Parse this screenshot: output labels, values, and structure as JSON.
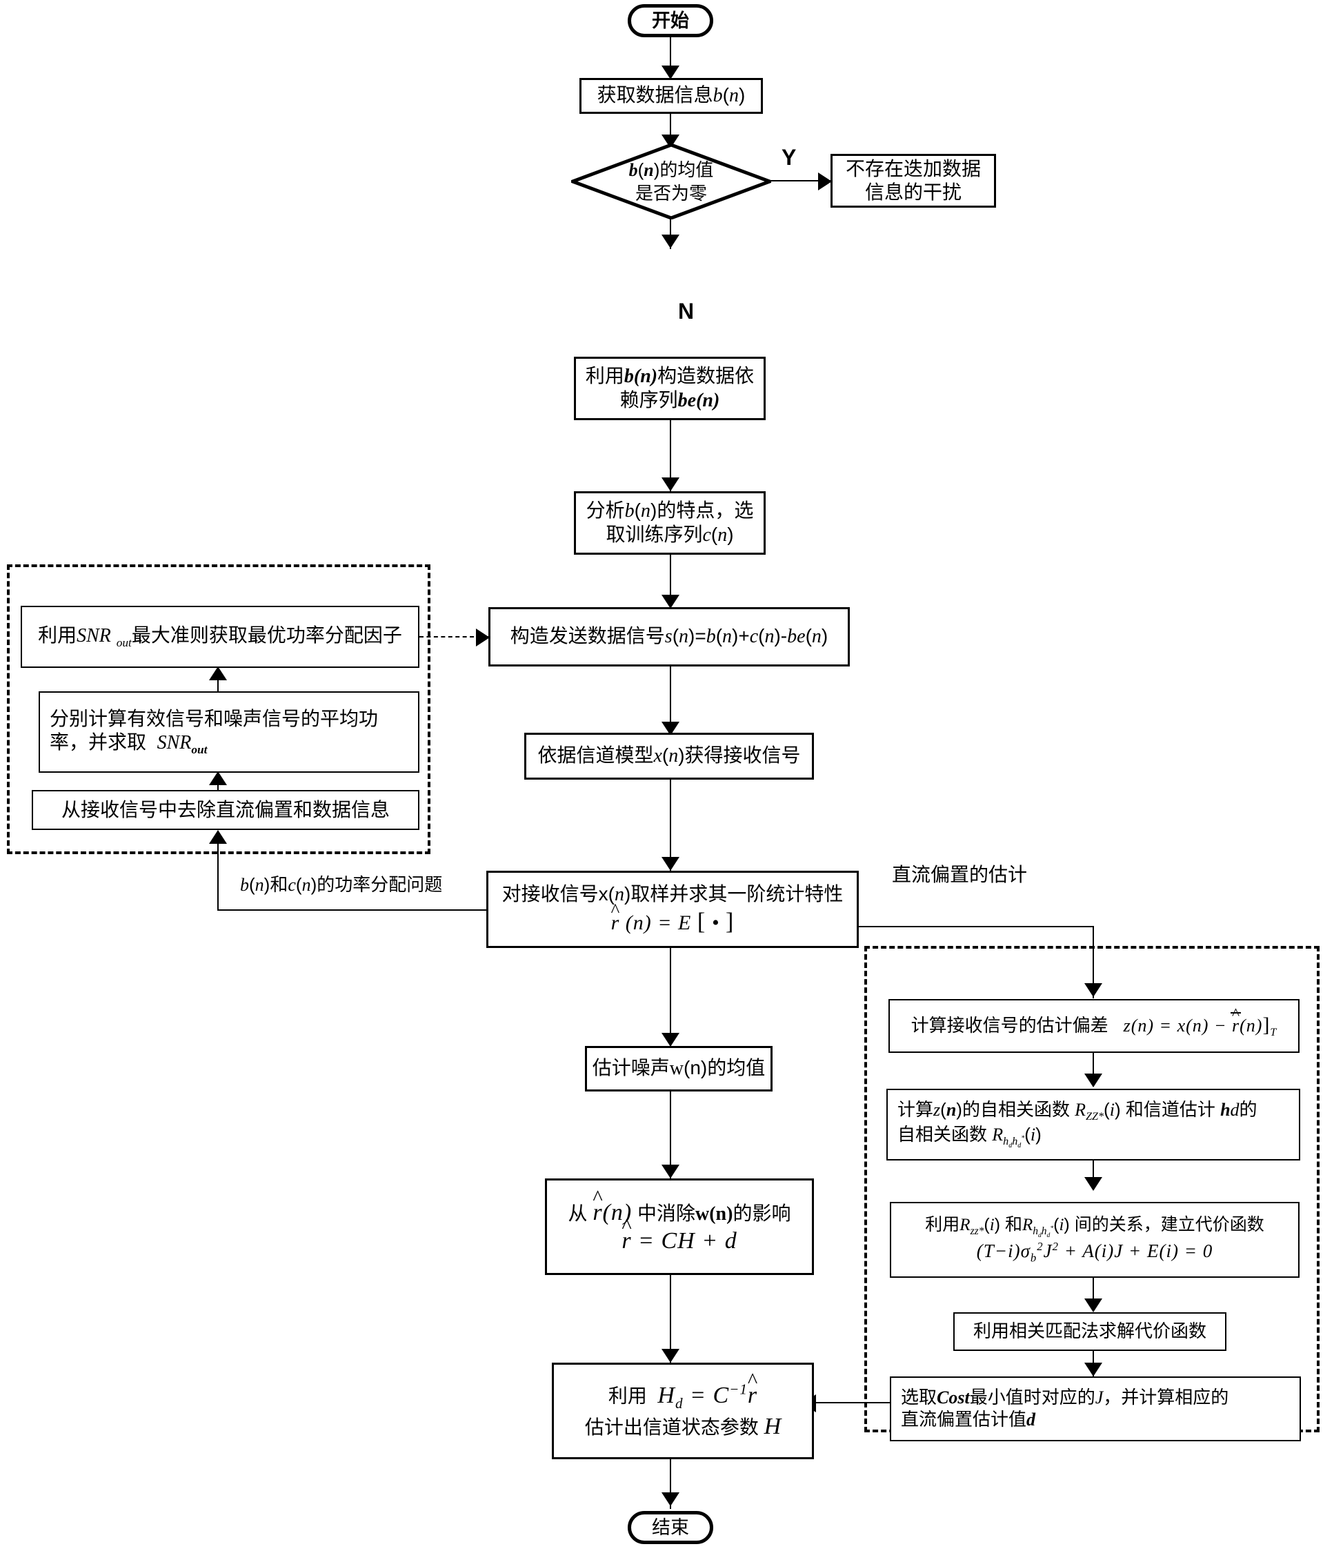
{
  "diagram": {
    "title": "信道估计与直流偏置估计流程图",
    "type": "flowchart",
    "language": "zh-CN",
    "colors": {
      "stroke": "#000000",
      "fill": "#ffffff",
      "background": "#ffffff"
    }
  },
  "nodes": {
    "start": {
      "label": "开始",
      "shape": "terminator"
    },
    "get_data": {
      "label": "获取数据信息b(n)",
      "shape": "process"
    },
    "decision": {
      "line1": "b(n)的均值",
      "line2": "是否为零",
      "shape": "decision"
    },
    "no_interference": {
      "line1": "不存在迭加数据",
      "line2": "信息的干扰",
      "shape": "process"
    },
    "build_be": {
      "line1": "利用b(n)构造数据依",
      "line2": "赖序列be(n)",
      "shape": "process"
    },
    "select_c": {
      "line1": "分析b(n)的特点，选",
      "line2": "取训练序列c(n)",
      "shape": "process"
    },
    "build_s": {
      "label": "构造发送数据信号s(n)=b(n)+c(n)-be(n)",
      "shape": "process"
    },
    "channel_x": {
      "label": "依据信道模型x(n)获得接收信号",
      "shape": "process"
    },
    "sample_r": {
      "line1": "对接收信号x(n)取样并求其一阶统计特性",
      "line2": "r̂ (n) = E [ · ]",
      "shape": "process"
    },
    "estimate_w": {
      "label": "估计噪声w(n)的均值",
      "shape": "process"
    },
    "remove_w": {
      "line1": "从 r̂(n) 中消除w(n)的影响",
      "line2": "r̂ = CH + d",
      "shape": "process"
    },
    "estimate_H": {
      "line1": "利用 Hd = C⁻¹r̂",
      "line2": "估计出信道状态参数 H",
      "shape": "process"
    },
    "end": {
      "label": "结束",
      "shape": "terminator"
    },
    "snr_opt": {
      "label": "利用SNRout最大准则获取最优功率分配因子",
      "shape": "process"
    },
    "avg_power": {
      "line1": "分别计算有效信号和噪声信号的平均功",
      "line2": "率，并求取  SNRout",
      "shape": "process"
    },
    "remove_dc": {
      "label": "从接收信号中去除直流偏置和数据信息",
      "shape": "process"
    },
    "calc_z": {
      "label": "计算接收信号的估计偏差  z(n) = x(n) − r̂(n)]T",
      "shape": "process"
    },
    "autocorr": {
      "line1": "计算z(n)的自相关函数 Rzz*(i) 和信道估计 hd的",
      "line2": "自相关函数 Rhd hd*(i)",
      "shape": "process"
    },
    "cost_func": {
      "line1": "利用Rzz*(i) 和Rhd hd*(i) 间的关系，建立代价函数",
      "line2": "(T−i)σb²J² + A(i)J + E(i) = 0",
      "shape": "process"
    },
    "solve_cost": {
      "label": "利用相关匹配法求解代价函数",
      "shape": "process"
    },
    "select_J": {
      "line1": "选取Cost最小值时对应的J，并计算相应的",
      "line2": "直流偏置估计值d",
      "shape": "process"
    }
  },
  "edge_labels": {
    "yes": "Y",
    "no": "N",
    "power_allocation": "b(n)和c(n)的功率分配问题",
    "dc_estimation": "直流偏置的估计"
  },
  "regions": {
    "left_dashed": {
      "name": "功率分配子流程"
    },
    "right_dashed": {
      "name": "直流偏置估计子流程"
    }
  }
}
